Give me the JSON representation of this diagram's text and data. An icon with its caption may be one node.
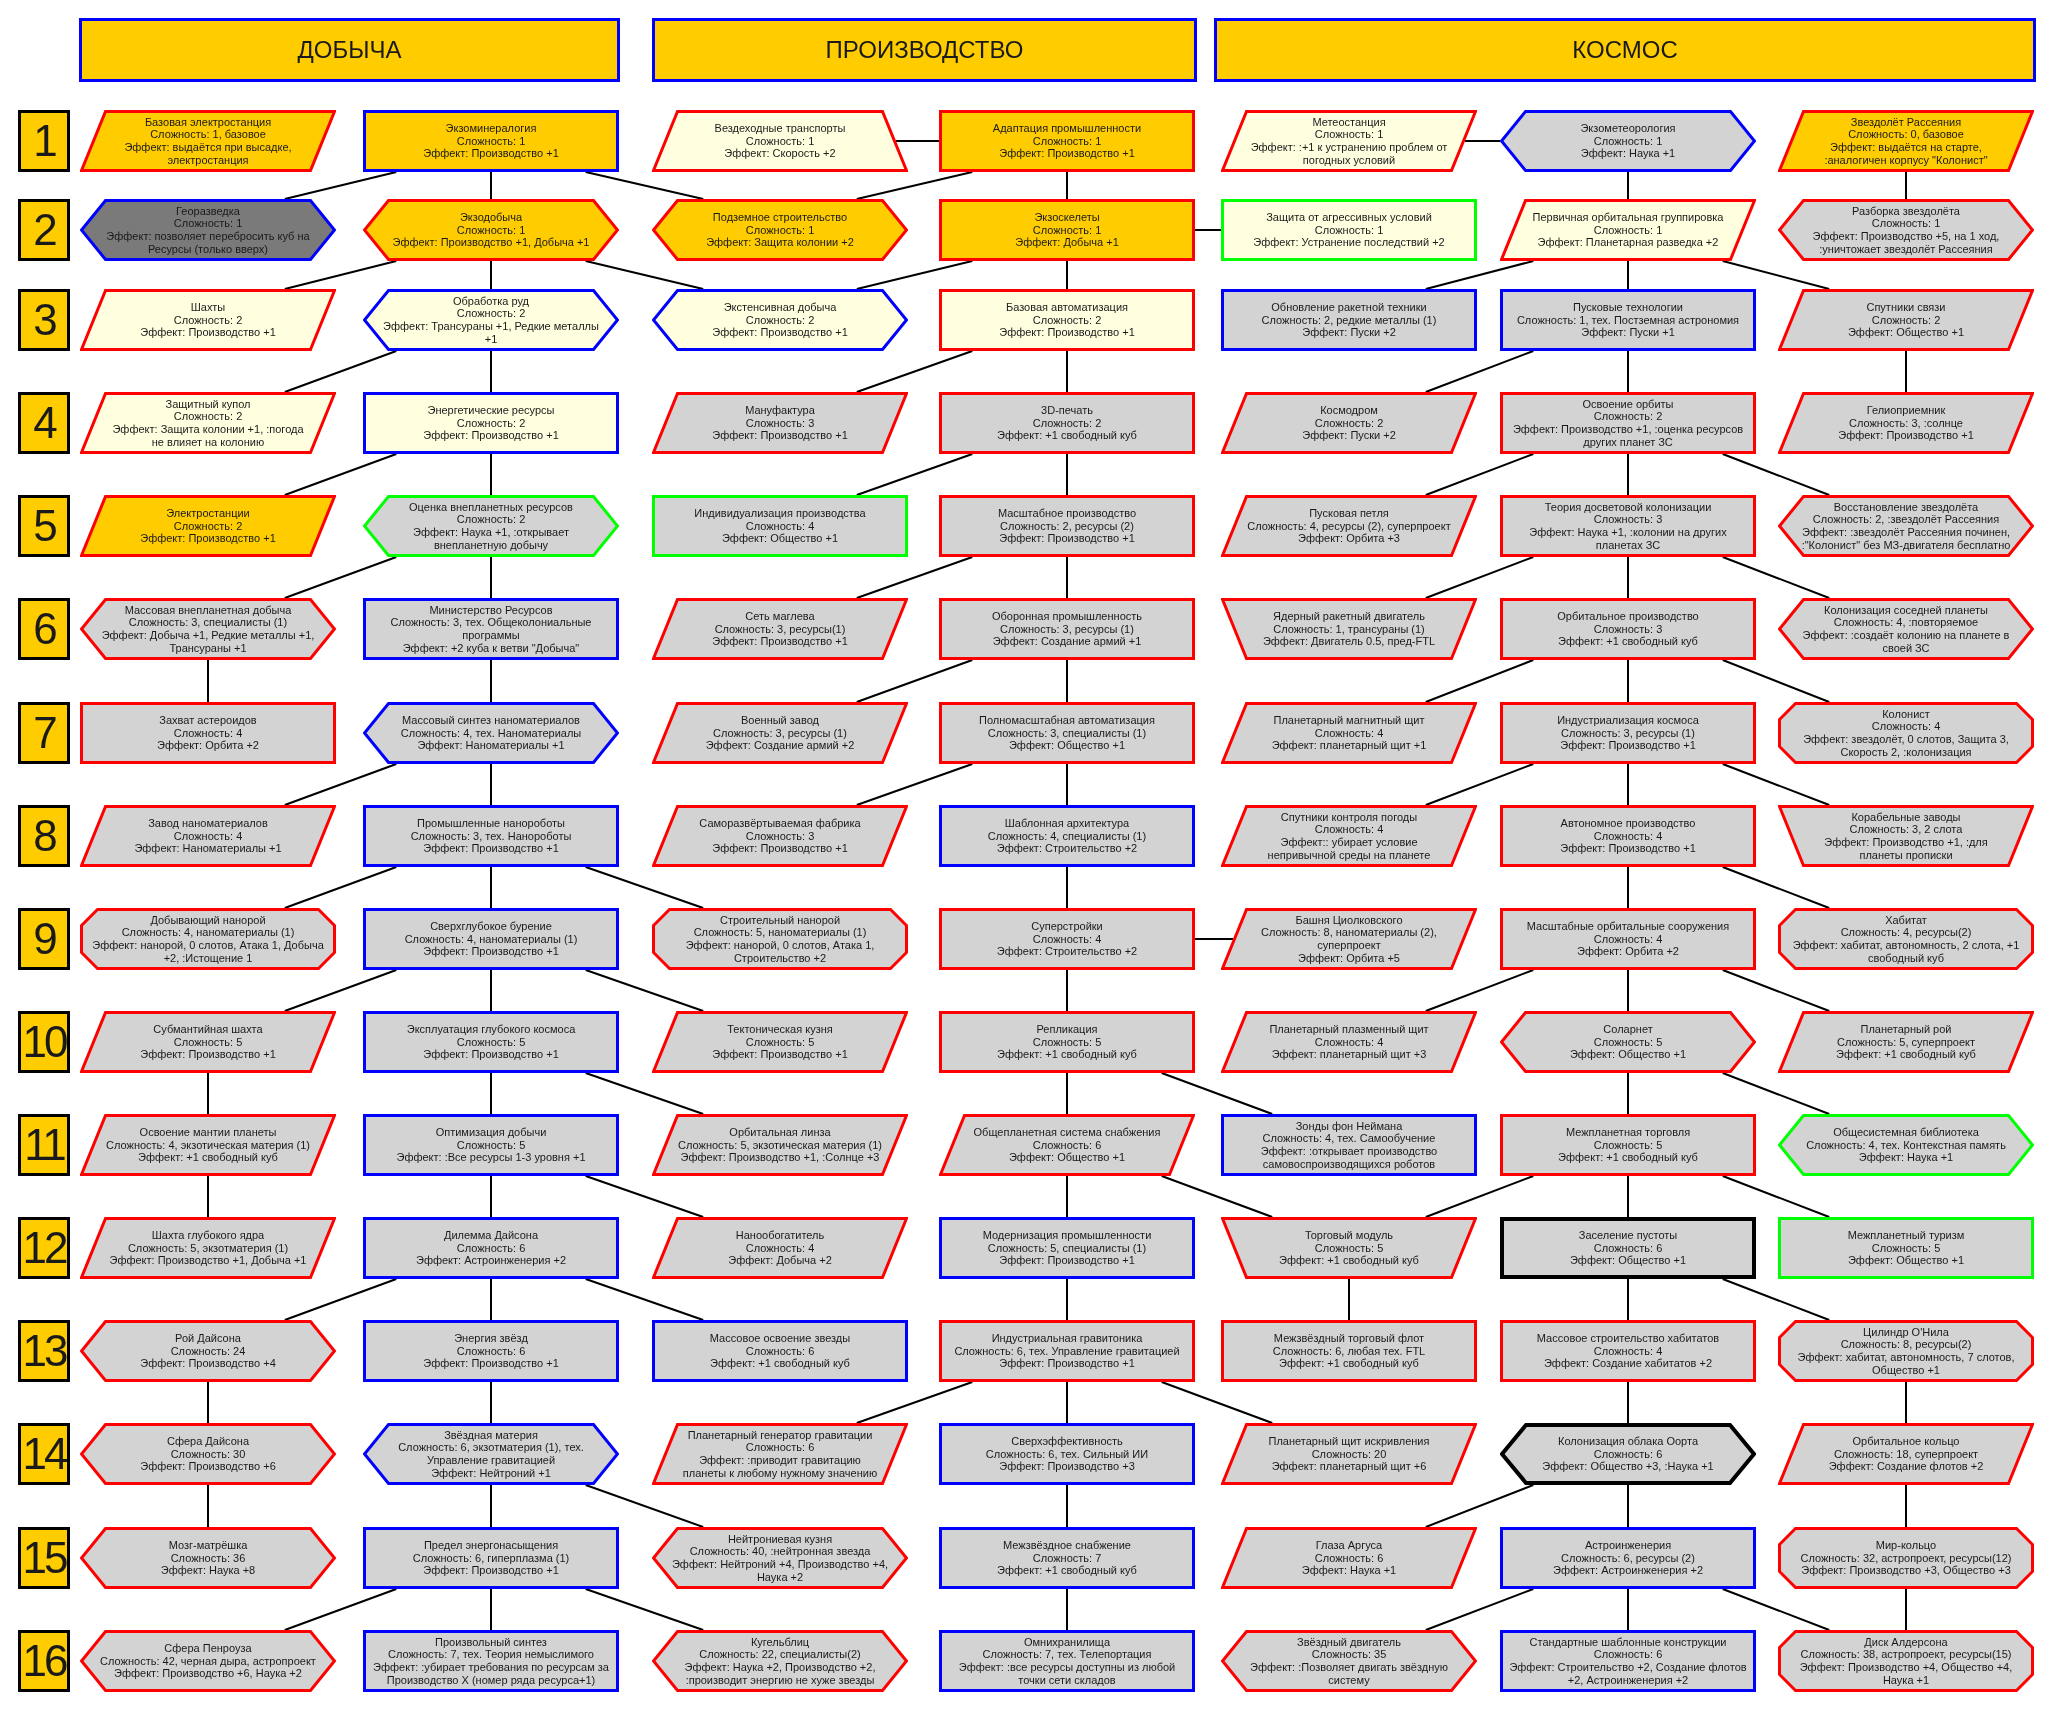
{
  "diagram": {
    "nodes": [
      {
        "text": [
          "ДОБЫЧА"
        ]
      },
      {
        "text": [
          "ПРОИЗВОДСТВО"
        ]
      },
      {
        "text": [
          "КОСМОС"
        ]
      },
      {
        "text": [
          "1"
        ]
      },
      {
        "text": [
          "Базовая электростанция",
          "Сложность: 1, базовое",
          "Эффект: выдаётся при высадке, электростанция"
        ]
      },
      {
        "text": [
          "Экзоминералогия",
          "Сложность: 1",
          "Эффект: Производство +1"
        ]
      },
      {
        "text": [
          "Вездеходные транспорты",
          "Сложность: 1",
          "Эффект: Скорость +2"
        ]
      },
      {
        "text": [
          "Адаптация промышленности",
          "Сложность: 1",
          "Эффект: Производство +1"
        ]
      },
      {
        "text": [
          "Метеостанция",
          "Сложность: 1",
          "Эффект: :+1 к устранению проблем от погодных условий"
        ]
      },
      {
        "text": [
          "Экзометеорология",
          "Сложность: 1",
          "Эффект: Наука +1"
        ]
      },
      {
        "text": [
          "Звездолёт Рассеяния",
          "Сложность: 0, базовое",
          "Эффект: выдаётся на старте, :аналогичен корпусу \"Колонист\""
        ]
      },
      {
        "text": [
          "2"
        ]
      },
      {
        "text": [
          "Георазведка",
          "Сложность: 1",
          "Эффект: позволяет перебросить куб на Ресурсы (только вверх)"
        ]
      },
      {
        "text": [
          "Экзодобыча",
          "Сложность: 1",
          "Эффект: Производство +1, Добыча +1"
        ]
      },
      {
        "text": [
          "Подземное строительство",
          "Сложность: 1",
          "Эффект: Защита колонии +2"
        ]
      },
      {
        "text": [
          "Экзоскелеты",
          "Сложность: 1",
          "Эффект: Добыча +1"
        ]
      },
      {
        "text": [
          "Защита от агрессивных условий",
          "Сложность: 1",
          "Эффект: Устранение последствий +2"
        ]
      },
      {
        "text": [
          "Первичная орбитальная группировка",
          "Сложность: 1",
          "Эффект: Планетарная разведка +2"
        ]
      },
      {
        "text": [
          "Разборка звездолёта",
          "Сложность: 1",
          "Эффект: Производство +5, на 1 ход, :уничтожает звездолёт Рассеяния"
        ]
      },
      {
        "text": [
          "3"
        ]
      },
      {
        "text": [
          "Шахты",
          "Сложность: 2",
          "Эффект: Производство +1"
        ]
      },
      {
        "text": [
          "Обработка руд",
          "Сложность: 2",
          "Эффект: Трансураны +1, Редкие металлы +1"
        ]
      },
      {
        "text": [
          "Экстенсивная добыча",
          "Сложность: 2",
          "Эффект: Производство +1"
        ]
      },
      {
        "text": [
          "Базовая автоматизация",
          "Сложность: 2",
          "Эффект: Производство +1"
        ]
      },
      {
        "text": [
          "Обновление ракетной техники",
          "Сложность: 2, редкие металлы (1)",
          "Эффект: Пуски +2"
        ]
      },
      {
        "text": [
          "Пусковые технологии",
          "Сложность: 1, тех. Постземная астрономия",
          "Эффект: Пуски +1"
        ]
      },
      {
        "text": [
          "Спутники связи",
          "Сложность: 2",
          "Эффект: Общество +1"
        ]
      },
      {
        "text": [
          "4"
        ]
      },
      {
        "text": [
          "Защитный купол",
          "Сложность: 2",
          "Эффект: Защита колонии +1, :погода не влияет на колонию"
        ]
      },
      {
        "text": [
          "Энергетические ресурсы",
          "Сложность: 2",
          "Эффект: Производство +1"
        ]
      },
      {
        "text": [
          "Мануфактура",
          "Сложность: 3",
          "Эффект: Производство +1"
        ]
      },
      {
        "text": [
          "3D-печать",
          "Сложность: 2",
          "Эффект: +1 свободный куб"
        ]
      },
      {
        "text": [
          "Космодром",
          "Сложность: 2",
          "Эффект: Пуски +2"
        ]
      },
      {
        "text": [
          "Освоение орбиты",
          "Сложность: 2",
          "Эффект: Производство +1, :оценка ресурсов других планет ЗС"
        ]
      },
      {
        "text": [
          "Гелиоприемник",
          "Сложность: 3, :солнце",
          "Эффект: Производство +1"
        ]
      },
      {
        "text": [
          "5"
        ]
      },
      {
        "text": [
          "Электростанции",
          "Сложность: 2",
          "Эффект: Производство +1"
        ]
      },
      {
        "text": [
          "Оценка внепланетных ресурсов",
          "Сложность: 2",
          "Эффект: Наука +1, :открывает внепланетную добычу"
        ]
      },
      {
        "text": [
          "Индивидуализация производства",
          "Сложность: 4",
          "Эффект: Общество +1"
        ]
      },
      {
        "text": [
          "Масштабное производство",
          "Сложность: 2, ресурсы (2)",
          "Эффект: Производство +1"
        ]
      },
      {
        "text": [
          "Пусковая петля",
          "Сложность: 4, ресурсы (2), суперпроект",
          "Эффект: Орбита +3"
        ]
      },
      {
        "text": [
          "Теория досветовой колонизации",
          "Сложность: 3",
          "Эффект: Наука +1, :колонии на других планетах ЗС"
        ]
      },
      {
        "text": [
          "Восстановление звездолёта",
          "Сложность: 2, :звездолёт Рассеяния",
          "Эффект: :звездолёт Рассеяния починен, :\"Колонист\" без МЗ-двигателя бесплатно"
        ]
      },
      {
        "text": [
          "6"
        ]
      },
      {
        "text": [
          "Массовая внепланетная добыча",
          "Сложность: 3, специалисты (1)",
          "Эффект: Добыча +1, Редкие металлы +1, Трансураны +1"
        ]
      },
      {
        "text": [
          "Министерство Ресурсов",
          "Сложность: 3, тех. Общеколониальные программы",
          "Эффект: +2 куба к ветви \"Добыча\""
        ]
      },
      {
        "text": [
          "Сеть маглева",
          "Сложность: 3, ресурсы(1)",
          "Эффект: Производство +1"
        ]
      },
      {
        "text": [
          "Оборонная промышленность",
          "Сложность: 3, ресурсы (1)",
          "Эффект: Создание армий +1"
        ]
      },
      {
        "text": [
          "Ядерный ракетный двигатель",
          "Сложность: 1, трансураны (1)",
          "Эффект: Двигатель 0.5, пред-FTL"
        ]
      },
      {
        "text": [
          "Орбитальное производство",
          "Сложность: 3",
          "Эффект: +1 свободный куб"
        ]
      },
      {
        "text": [
          "Колонизация соседней планеты",
          "Сложность: 4, :повторяемое",
          "Эффект: :создаёт колонию на планете в своей ЗС"
        ]
      },
      {
        "text": [
          "7"
        ]
      },
      {
        "text": [
          "Захват астероидов",
          "Сложность: 4",
          "Эффект: Орбита +2"
        ]
      },
      {
        "text": [
          "Массовый синтез наноматериалов",
          "Сложность: 4, тех. Наноматериалы",
          "Эффект: Наноматериалы +1"
        ]
      },
      {
        "text": [
          "Военный завод",
          "Сложность: 3, ресурсы (1)",
          "Эффект: Создание армий +2"
        ]
      },
      {
        "text": [
          "Полномасштабная автоматизация",
          "Сложность: 3, специалисты (1)",
          "Эффект: Общество +1"
        ]
      },
      {
        "text": [
          "Планетарный магнитный щит",
          "Сложность: 4",
          "Эффект: планетарный щит +1"
        ]
      },
      {
        "text": [
          "Индустриализация космоса",
          "Сложность: 3, ресурсы (1)",
          "Эффект: Производство +1"
        ]
      },
      {
        "text": [
          "Колонист",
          "Сложность: 4",
          "Эффект: звездолёт, 0 слотов, Защита 3, Скорость 2, :колонизация"
        ]
      },
      {
        "text": [
          "8"
        ]
      },
      {
        "text": [
          "Завод наноматериалов",
          "Сложность: 4",
          "Эффект: Наноматериалы +1"
        ]
      },
      {
        "text": [
          "Промышленные нанороботы",
          "Сложность: 3, тех. Нанороботы",
          "Эффект: Производство +1"
        ]
      },
      {
        "text": [
          "Саморазвёртываемая фабрика",
          "Сложность: 3",
          "Эффект: Производство +1"
        ]
      },
      {
        "text": [
          "Шаблонная архитектура",
          "Сложность: 4, специалисты (1)",
          "Эффект: Строительство +2"
        ]
      },
      {
        "text": [
          "Спутники контроля погоды",
          "Сложность: 4",
          "Эффект:: убирает условие непривычной среды на планете"
        ]
      },
      {
        "text": [
          "Автономное производство",
          "Сложность: 4",
          "Эффект: Производство +1"
        ]
      },
      {
        "text": [
          "Корабельные заводы",
          "Сложность: 3, 2 слота",
          "Эффект: Производство +1, :для планеты прописки"
        ]
      },
      {
        "text": [
          "9"
        ]
      },
      {
        "text": [
          "Добывающий нанорой",
          "Сложность: 4, наноматериалы (1)",
          "Эффект: нанорой, 0 слотов, Атака 1, Добыча +2, :Истощение 1"
        ]
      },
      {
        "text": [
          "Сверхглубокое бурение",
          "Сложность: 4, наноматериалы (1)",
          "Эффект: Производство +1"
        ]
      },
      {
        "text": [
          "Строительный нанорой",
          "Сложность: 5, наноматериалы (1)",
          "Эффект: нанорой, 0 слотов, Атака 1, Строительство +2"
        ]
      },
      {
        "text": [
          "Суперстройки",
          "Сложность: 4",
          "Эффект: Строительство +2"
        ]
      },
      {
        "text": [
          "Башня Циолковского",
          "Сложность: 8, наноматериалы (2), суперпроект",
          "Эффект: Орбита +5"
        ]
      },
      {
        "text": [
          "Масштабные орбитальные сооружения",
          "Сложность: 4",
          "Эффект: Орбита +2"
        ]
      },
      {
        "text": [
          "Хабитат",
          "Сложность: 4, ресурсы(2)",
          "Эффект: хабитат, автономность, 2 слота, +1 свободный куб"
        ]
      },
      {
        "text": [
          "10"
        ]
      },
      {
        "text": [
          "Субмантийная шахта",
          "Сложность: 5",
          "Эффект: Производство +1"
        ]
      },
      {
        "text": [
          "Эксплуатация глубокого космоса",
          "Сложность: 5",
          "Эффект: Производство +1"
        ]
      },
      {
        "text": [
          "Тектоническая кузня",
          "Сложность: 5",
          "Эффект: Производство +1"
        ]
      },
      {
        "text": [
          "Репликация",
          "Сложность: 5",
          "Эффект: +1 свободный куб"
        ]
      },
      {
        "text": [
          "Планетарный плазменный щит",
          "Сложность: 4",
          "Эффект: планетарный щит +3"
        ]
      },
      {
        "text": [
          "Соларнет",
          "Сложность: 5",
          "Эффект: Общество +1"
        ]
      },
      {
        "text": [
          "Планетарный рой",
          "Сложность: 5, суперпроект",
          "Эффект: +1 свободный куб"
        ]
      },
      {
        "text": [
          "11"
        ]
      },
      {
        "text": [
          "Освоение мантии планеты",
          "Сложность: 4, экзотическая материя (1)",
          "Эффект: +1 свободный куб"
        ]
      },
      {
        "text": [
          "Оптимизация добычи",
          "Сложность: 5",
          "Эффект: :Все ресурсы 1-3 уровня +1"
        ]
      },
      {
        "text": [
          "Орбитальная линза",
          "Сложность: 5, экзотическая материя (1)",
          "Эффект: Производство +1, :Солнце +3"
        ]
      },
      {
        "text": [
          "Общепланетная система снабжения",
          "Сложность: 6",
          "Эффект: Общество +1"
        ]
      },
      {
        "text": [
          "Зонды фон Неймана",
          "Сложность: 4, тех. Самообучение",
          "Эффект: :открывает производство самовоспроизводящихся роботов"
        ]
      },
      {
        "text": [
          "Межпланетная торговля",
          "Сложность: 5",
          "Эффект: +1 свободный куб"
        ]
      },
      {
        "text": [
          "Общесистемная библиотека",
          "Сложность: 4, тех. Контекстная память",
          "Эффект: Наука +1"
        ]
      },
      {
        "text": [
          "12"
        ]
      },
      {
        "text": [
          "Шахта глубокого ядра",
          "Сложность: 5, экзотматерия (1)",
          "Эффект: Производство +1, Добыча +1"
        ]
      },
      {
        "text": [
          "Дилемма Дайсона",
          "Сложность: 6",
          "Эффект: Астроинженерия +2"
        ]
      },
      {
        "text": [
          "Нанообогатитель",
          "Сложность: 4",
          "Эффект: Добыча +2"
        ]
      },
      {
        "text": [
          "Модернизация промышленности",
          "Сложность: 5, специалисты (1)",
          "Эффект: Производство +1"
        ]
      },
      {
        "text": [
          "Торговый модуль",
          "Сложность: 5",
          "Эффект: +1 свободный куб"
        ]
      },
      {
        "text": [
          "Заселение пустоты",
          "Сложность: 6",
          "Эффект: Общество +1"
        ]
      },
      {
        "text": [
          "Межпланетный туризм",
          "Сложность: 5",
          "Эффект: Общество +1"
        ]
      },
      {
        "text": [
          "13"
        ]
      },
      {
        "text": [
          "Рой Дайсона",
          "Сложность: 24",
          "Эффект: Производство +4"
        ]
      },
      {
        "text": [
          "Энергия звёзд",
          "Сложность: 6",
          "Эффект: Производство +1"
        ]
      },
      {
        "text": [
          "Массовое освоение звезды",
          "Сложность: 6",
          "Эффект: +1 свободный куб"
        ]
      },
      {
        "text": [
          "Индустриальная гравитоника",
          "Сложность: 6, тех. Управление гравитацией",
          "Эффект: Производство +1"
        ]
      },
      {
        "text": [
          "Межзвёздный торговый флот",
          "Сложность: 6, любая тех. FTL",
          "Эффект: +1 свободный куб"
        ]
      },
      {
        "text": [
          "Массовое строительство хабитатов",
          "Сложность: 4",
          "Эффект: Создание хабитатов +2"
        ]
      },
      {
        "text": [
          "Цилиндр О'Нила",
          "Сложность: 8, ресурсы(2)",
          "Эффект: хабитат, автономность, 7 слотов, Общество +1"
        ]
      },
      {
        "text": [
          "14"
        ]
      },
      {
        "text": [
          "Сфера Дайсона",
          "Сложность: 30",
          "Эффект: Производство +6"
        ]
      },
      {
        "text": [
          "Звёздная материя",
          "Сложность: 6, экзотматерия (1), тех. Управление гравитацией",
          "Эффект: Нейтроний +1"
        ]
      },
      {
        "text": [
          "Планетарный генератор гравитации",
          "Сложность: 6",
          "Эффект: :приводит гравитацию планеты к любому нужному значению"
        ]
      },
      {
        "text": [
          "Сверхэффективность",
          "Сложность: 6, тех. Сильный ИИ",
          "Эффект: Производство +3"
        ]
      },
      {
        "text": [
          "Планетарный щит искривления",
          "Сложность: 20",
          "Эффект: планетарный щит +6"
        ]
      },
      {
        "text": [
          "Колонизация облака Оорта",
          "Сложность: 6",
          "Эффект: Общество +3, :Наука +1"
        ]
      },
      {
        "text": [
          "Орбитальное кольцо",
          "Сложность: 18, суперпроект",
          "Эффект: Создание флотов +2"
        ]
      },
      {
        "text": [
          "15"
        ]
      },
      {
        "text": [
          "Мозг-матрёшка",
          "Сложность: 36",
          "Эффект: Наука +8"
        ]
      },
      {
        "text": [
          "Предел энергонасыщения",
          "Сложность: 6, гиперплазма (1)",
          "Эффект: Производство +1"
        ]
      },
      {
        "text": [
          "Нейтрониевая кузня",
          "Сложность: 40, :нейтронная звезда",
          "Эффект: Нейтроний +4, Производство +4, Наука +2"
        ]
      },
      {
        "text": [
          "Межзвёздное снабжение",
          "Сложность: 7",
          "Эффект: +1 свободный куб"
        ]
      },
      {
        "text": [
          "Глаза Аргуса",
          "Сложность: 6",
          "Эффект: Наука +1"
        ]
      },
      {
        "text": [
          "Астроинженерия",
          "Сложность: 6, ресурсы (2)",
          "Эффект: Астроинженерия +2"
        ]
      },
      {
        "text": [
          "Мир-кольцо",
          "Сложность: 32, астропроект, ресурсы(12)",
          "Эффект: Производство +3, Общество +3"
        ]
      },
      {
        "text": [
          "16"
        ]
      },
      {
        "text": [
          "Сфера Пенроуза",
          "Сложность: 42, черная дыра, астропроект",
          "Эффект: Производство +6, Наука +2"
        ]
      },
      {
        "text": [
          "Произвольный синтез",
          "Сложность: 7, тех. Теория немыслимого",
          "Эффект: :убирает требования по ресурсам за Производство X (номер ряда ресурса+1)"
        ]
      },
      {
        "text": [
          "Кугельблиц",
          "Сложность: 22, специалисты(2)",
          "Эффект: Наука +2, Производство +2, :производит энергию не хуже звезды"
        ]
      },
      {
        "text": [
          "Омнихранилища",
          "Сложность: 7, тех. Телепортация",
          "Эффект: :все ресурсы доступны из любой точки сети складов"
        ]
      },
      {
        "text": [
          "Звёздный двигатель",
          "Сложность: 35",
          "Эффект: :Позволяет двигать звёздную систему"
        ]
      },
      {
        "text": [
          "Стандартные шаблонные конструкции",
          "Сложность: 6",
          "Эффект: Строительство +2, Создание флотов +2, Астроинженерия +2"
        ]
      },
      {
        "text": [
          "Диск Алдерсона",
          "Сложность: 38, астропроект, ресурсы(15)",
          "Эффект: Производство +4, Общество +4, Наука +1"
        ]
      }
    ],
    "edges": [
      {
        "from": 5,
        "to": 12,
        "arrow": "none"
      },
      {
        "from": 5,
        "to": 13,
        "arrow": "none"
      },
      {
        "from": 5,
        "to": 14,
        "arrow": "none"
      },
      {
        "from": 6,
        "to": 7,
        "arrow": "none"
      },
      {
        "from": 7,
        "to": 14,
        "arrow": "none"
      },
      {
        "from": 7,
        "to": 15,
        "arrow": "none"
      },
      {
        "from": 8,
        "to": 9,
        "arrow": "none"
      },
      {
        "from": 9,
        "to": 17,
        "arrow": "none"
      },
      {
        "from": 10,
        "to": 18,
        "arrow": "none"
      },
      {
        "from": 15,
        "to": 16,
        "arrow": "none"
      },
      {
        "from": 13,
        "to": 20,
        "arrow": "none"
      },
      {
        "from": 13,
        "to": 21,
        "arrow": "none"
      },
      {
        "from": 13,
        "to": 22,
        "arrow": "none"
      },
      {
        "from": 15,
        "to": 22,
        "arrow": "none"
      },
      {
        "from": 15,
        "to": 23,
        "arrow": "none"
      },
      {
        "from": 17,
        "to": 24,
        "arrow": "none"
      },
      {
        "from": 17,
        "to": 25,
        "arrow": "none"
      },
      {
        "from": 17,
        "to": 26,
        "arrow": "none"
      },
      {
        "from": 21,
        "to": 28,
        "arrow": "none"
      },
      {
        "from": 21,
        "to": 29,
        "arrow": "none"
      },
      {
        "from": 23,
        "to": 30,
        "arrow": "none"
      },
      {
        "from": 23,
        "to": 31,
        "arrow": "none"
      },
      {
        "from": 25,
        "to": 32,
        "arrow": "none"
      },
      {
        "from": 25,
        "to": 33,
        "arrow": "none"
      },
      {
        "from": 26,
        "to": 34,
        "arrow": "none"
      },
      {
        "from": 29,
        "to": 36,
        "arrow": "none"
      },
      {
        "from": 29,
        "to": 37,
        "arrow": "none"
      },
      {
        "from": 31,
        "to": 38,
        "arrow": "none"
      },
      {
        "from": 31,
        "to": 39,
        "arrow": "none"
      },
      {
        "from": 33,
        "to": 40,
        "arrow": "none"
      },
      {
        "from": 33,
        "to": 41,
        "arrow": "none"
      },
      {
        "from": 33,
        "to": 42,
        "arrow": "none"
      },
      {
        "from": 37,
        "to": 44,
        "arrow": "none"
      },
      {
        "from": 37,
        "to": 45,
        "arrow": "none"
      },
      {
        "from": 39,
        "to": 46,
        "arrow": "none"
      },
      {
        "from": 39,
        "to": 47,
        "arrow": "none"
      },
      {
        "from": 41,
        "to": 48,
        "arrow": "none"
      },
      {
        "from": 41,
        "to": 49,
        "arrow": "none"
      },
      {
        "from": 41,
        "to": 50,
        "arrow": "none"
      },
      {
        "from": 44,
        "to": 52,
        "arrow": "none"
      },
      {
        "from": 45,
        "to": 53,
        "arrow": "none"
      },
      {
        "from": 47,
        "to": 54,
        "arrow": "none"
      },
      {
        "from": 47,
        "to": 55,
        "arrow": "none"
      },
      {
        "from": 49,
        "to": 56,
        "arrow": "none"
      },
      {
        "from": 49,
        "to": 57,
        "arrow": "none"
      },
      {
        "from": 49,
        "to": 58,
        "arrow": "none"
      },
      {
        "from": 53,
        "to": 60,
        "arrow": "none"
      },
      {
        "from": 53,
        "to": 61,
        "arrow": "none"
      },
      {
        "from": 55,
        "to": 62,
        "arrow": "none"
      },
      {
        "from": 55,
        "to": 63,
        "arrow": "none"
      },
      {
        "from": 57,
        "to": 64,
        "arrow": "none"
      },
      {
        "from": 57,
        "to": 65,
        "arrow": "none"
      },
      {
        "from": 57,
        "to": 66,
        "arrow": "none"
      },
      {
        "from": 61,
        "to": 68,
        "arrow": "none"
      },
      {
        "from": 61,
        "to": 69,
        "arrow": "none"
      },
      {
        "from": 61,
        "to": 70,
        "arrow": "none"
      },
      {
        "from": 63,
        "to": 71,
        "arrow": "none"
      },
      {
        "from": 65,
        "to": 73,
        "arrow": "none"
      },
      {
        "from": 65,
        "to": 74,
        "arrow": "none"
      },
      {
        "from": 71,
        "to": 72,
        "arrow": "none"
      },
      {
        "from": 69,
        "to": 76,
        "arrow": "none"
      },
      {
        "from": 69,
        "to": 77,
        "arrow": "none"
      },
      {
        "from": 69,
        "to": 78,
        "arrow": "none"
      },
      {
        "from": 71,
        "to": 79,
        "arrow": "none"
      },
      {
        "from": 73,
        "to": 80,
        "arrow": "none"
      },
      {
        "from": 73,
        "to": 81,
        "arrow": "none"
      },
      {
        "from": 73,
        "to": 82,
        "arrow": "none"
      },
      {
        "from": 76,
        "to": 84,
        "arrow": "none"
      },
      {
        "from": 77,
        "to": 85,
        "arrow": "none"
      },
      {
        "from": 77,
        "to": 86,
        "arrow": "none"
      },
      {
        "from": 79,
        "to": 87,
        "arrow": "none"
      },
      {
        "from": 79,
        "to": 88,
        "arrow": "none"
      },
      {
        "from": 81,
        "to": 89,
        "arrow": "none"
      },
      {
        "from": 81,
        "to": 90,
        "arrow": "none"
      },
      {
        "from": 84,
        "to": 92,
        "arrow": "none"
      },
      {
        "from": 85,
        "to": 93,
        "arrow": "none"
      },
      {
        "from": 85,
        "to": 94,
        "arrow": "none"
      },
      {
        "from": 87,
        "to": 95,
        "arrow": "none"
      },
      {
        "from": 87,
        "to": 96,
        "arrow": "none"
      },
      {
        "from": 89,
        "to": 96,
        "arrow": "none"
      },
      {
        "from": 89,
        "to": 97,
        "arrow": "none"
      },
      {
        "from": 89,
        "to": 98,
        "arrow": "none"
      },
      {
        "from": 93,
        "to": 100,
        "arrow": "none"
      },
      {
        "from": 93,
        "to": 101,
        "arrow": "none"
      },
      {
        "from": 93,
        "to": 102,
        "arrow": "none"
      },
      {
        "from": 95,
        "to": 103,
        "arrow": "none"
      },
      {
        "from": 96,
        "to": 104,
        "arrow": "none"
      },
      {
        "from": 97,
        "to": 105,
        "arrow": "none"
      },
      {
        "from": 97,
        "to": 106,
        "arrow": "none"
      },
      {
        "from": 100,
        "to": 108,
        "arrow": "none"
      },
      {
        "from": 101,
        "to": 109,
        "arrow": "none"
      },
      {
        "from": 103,
        "to": 110,
        "arrow": "none"
      },
      {
        "from": 103,
        "to": 111,
        "arrow": "none"
      },
      {
        "from": 103,
        "to": 112,
        "arrow": "none"
      },
      {
        "from": 105,
        "to": 113,
        "arrow": "none"
      },
      {
        "from": 106,
        "to": 114,
        "arrow": "none"
      },
      {
        "from": 108,
        "to": 116,
        "arrow": "none"
      },
      {
        "from": 109,
        "to": 117,
        "arrow": "none"
      },
      {
        "from": 109,
        "to": 118,
        "arrow": "none"
      },
      {
        "from": 111,
        "to": 119,
        "arrow": "none"
      },
      {
        "from": 113,
        "to": 120,
        "arrow": "none"
      },
      {
        "from": 113,
        "to": 121,
        "arrow": "none"
      },
      {
        "from": 114,
        "to": 122,
        "arrow": "none"
      },
      {
        "from": 117,
        "to": 124,
        "arrow": "none"
      },
      {
        "from": 117,
        "to": 125,
        "arrow": "none"
      },
      {
        "from": 117,
        "to": 126,
        "arrow": "none"
      },
      {
        "from": 119,
        "to": 127,
        "arrow": "none"
      },
      {
        "from": 121,
        "to": 128,
        "arrow": "none"
      },
      {
        "from": 121,
        "to": 129,
        "arrow": "none"
      },
      {
        "from": 121,
        "to": 130,
        "arrow": "none"
      },
      {
        "from": 122,
        "to": 130,
        "arrow": "none"
      }
    ]
  }
}
